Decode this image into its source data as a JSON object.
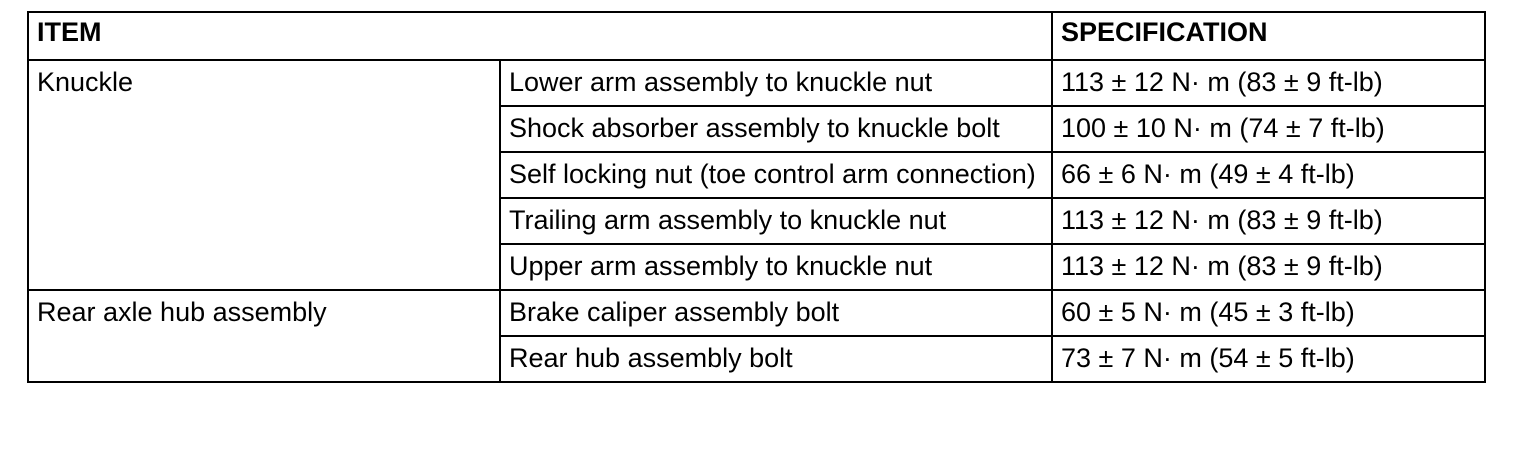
{
  "table": {
    "headers": {
      "item": "ITEM",
      "specification": "SPECIFICATION"
    },
    "groups": [
      {
        "item": "Knuckle",
        "rows": [
          {
            "part": "Lower arm assembly to knuckle nut",
            "spec": "113 ± 12 N· m (83 ± 9 ft-lb)"
          },
          {
            "part": "Shock absorber assembly to knuckle bolt",
            "spec": "100 ± 10 N· m (74 ± 7 ft-lb)"
          },
          {
            "part": "Self locking nut (toe control arm connection)",
            "spec": "66 ± 6 N· m (49 ± 4 ft-lb)"
          },
          {
            "part": "Trailing arm assembly to knuckle nut",
            "spec": "113 ± 12 N· m (83 ± 9 ft-lb)"
          },
          {
            "part": "Upper arm assembly to knuckle nut",
            "spec": "113 ± 12 N· m (83 ± 9 ft-lb)"
          }
        ]
      },
      {
        "item": "Rear axle hub assembly",
        "rows": [
          {
            "part": "Brake caliper assembly bolt",
            "spec": "60 ± 5 N· m (45 ± 3 ft-lb)"
          },
          {
            "part": "Rear hub assembly bolt",
            "spec": "73 ± 7 N· m (54 ± 5 ft-lb)"
          }
        ]
      }
    ]
  }
}
